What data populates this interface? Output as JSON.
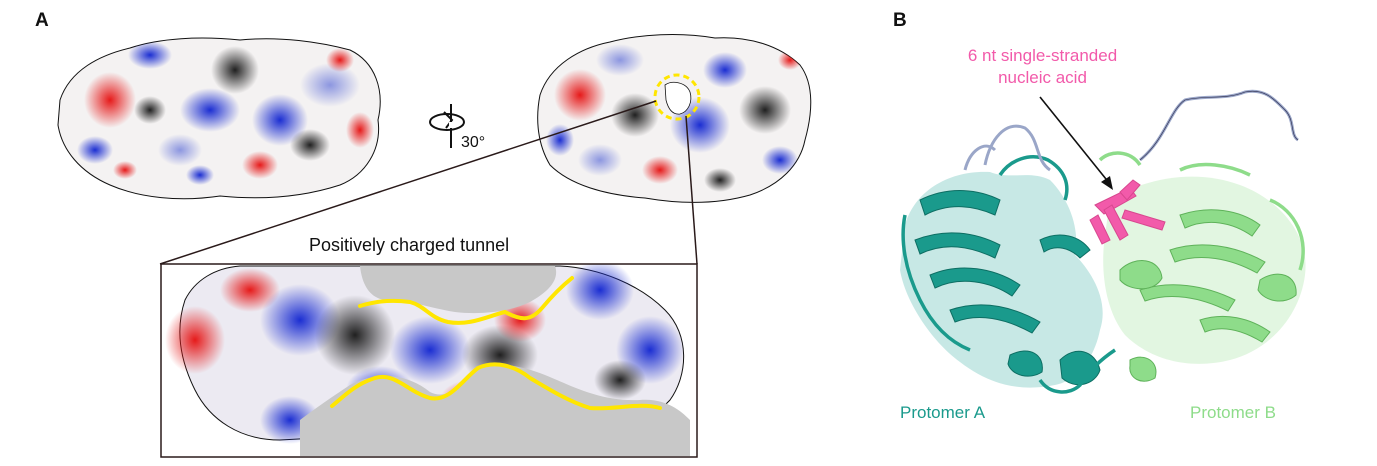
{
  "panel_a": {
    "label": "A",
    "rotation_label": "30°",
    "inset_title": "Positively charged tunnel"
  },
  "panel_b": {
    "label": "B",
    "ligand_label_line1": "6 nt single-stranded",
    "ligand_label_line2": "nucleic acid",
    "protomer_a_label": "Protomer A",
    "protomer_b_label": "Protomer B"
  },
  "colors": {
    "positive": "#1a2fd0",
    "negative": "#e01818",
    "neutral": "#f2f2f2",
    "tunnel_outline": "#ffe600",
    "cut_surface": "#c8c8c8",
    "protomer_a": "#1a9a8c",
    "protomer_b": "#8edc8a",
    "nucleic_acid": "#f25aaa",
    "loop": "#9aa6c8"
  },
  "icons": {
    "rotation": "rotation-axis-icon",
    "highlight": "dashed-circle-highlight"
  }
}
